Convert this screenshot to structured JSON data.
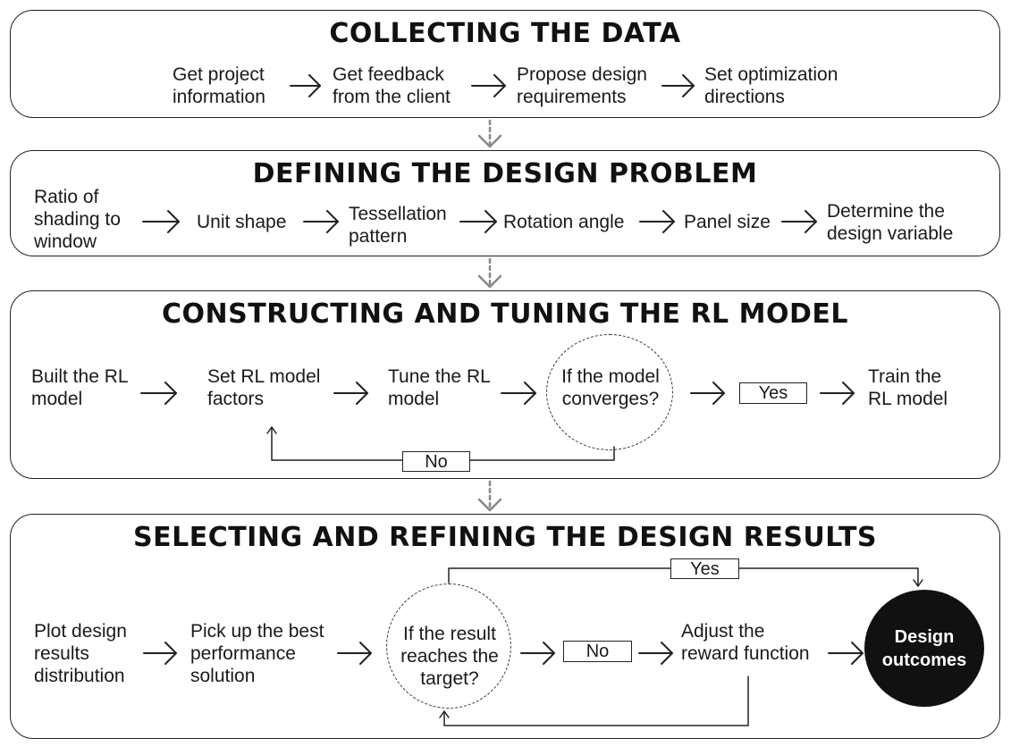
{
  "section1": {
    "title": "COLLECTING THE DATA",
    "steps": [
      "Get project\ninformation",
      "Get feedback\nfrom the client",
      "Propose design\nrequirements",
      "Set optimization\ndirections"
    ]
  },
  "section2": {
    "title": "DEFINING THE DESIGN PROBLEM",
    "steps": [
      "Ratio of\nshading to\nwindow",
      "Unit shape",
      "Tessellation\npattern",
      "Rotation angle",
      "Panel size",
      "Determine the\ndesign variable"
    ]
  },
  "section3": {
    "title": "CONSTRUCTING AND TUNING THE RL MODEL",
    "steps": [
      "Built the RL\nmodel",
      "Set RL model\nfactors",
      "Tune the RL\nmodel"
    ],
    "decision": "If the model\nconverges?",
    "yes_label": "Yes",
    "final": "Train the\nRL model",
    "no_label": "No"
  },
  "section4": {
    "title": "SELECTING AND REFINING THE DESIGN RESULTS",
    "steps": [
      "Plot design\nresults\ndistribution",
      "Pick up the best\nperformance\nsolution"
    ],
    "decision": "If the result\nreaches the\ntarget?",
    "no_label": "No",
    "adjust": "Adjust the\nreward function",
    "outcome": "Design\noutcomes",
    "yes_label": "Yes"
  },
  "colors": {
    "stroke": "#222222",
    "dashed_connector": "#888888",
    "outcome_fill": "#111111"
  }
}
